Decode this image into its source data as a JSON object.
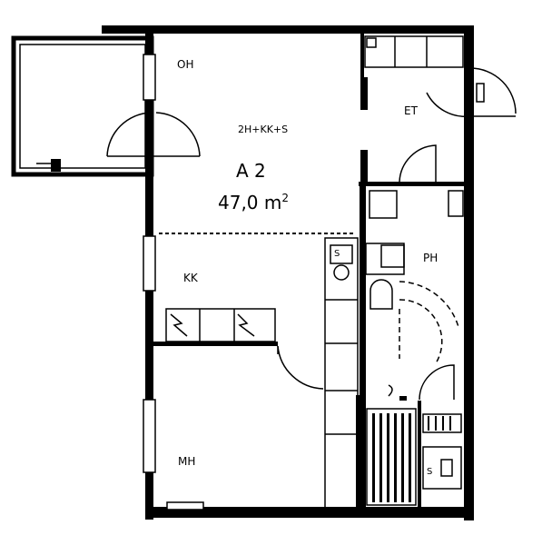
{
  "plan": {
    "apartment_type": "2H+KK+S",
    "apartment_id": "A 2",
    "area": "47,0 m",
    "area_unit_superscript": "2",
    "rooms": {
      "living_room": "OH",
      "entrance_hall": "ET",
      "kitchen": "KK",
      "bedroom": "MH",
      "bathroom": "PH",
      "sauna": "S"
    },
    "closet_mark": "S"
  }
}
